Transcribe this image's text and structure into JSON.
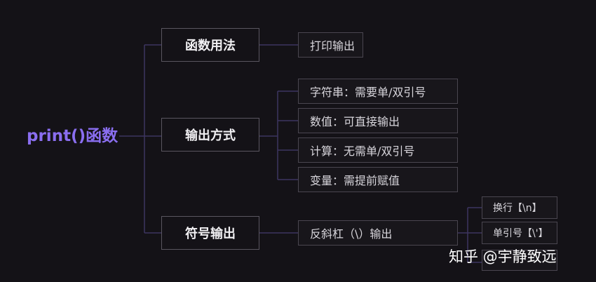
{
  "root": {
    "label": "print()函数"
  },
  "branches": [
    {
      "label": "函数用法",
      "children": [
        {
          "label": "打印输出"
        }
      ]
    },
    {
      "label": "输出方式",
      "children": [
        {
          "label": "字符串：需要单/双引号"
        },
        {
          "label": "数值：可直接输出"
        },
        {
          "label": "计算：无需单/双引号"
        },
        {
          "label": "变量：需提前赋值"
        }
      ]
    },
    {
      "label": "符号输出",
      "children": [
        {
          "label": "反斜杠（\\）输出",
          "children": [
            {
              "label": "换行【\\n】"
            },
            {
              "label": "单引号【\\'】"
            },
            {
              "label": ""
            }
          ]
        }
      ]
    }
  ],
  "watermark": "知乎 @宇静致远",
  "colors": {
    "background": "#141217",
    "accent": "#8a6ef0",
    "connector": "#3d3560",
    "border": "#4a4650"
  }
}
